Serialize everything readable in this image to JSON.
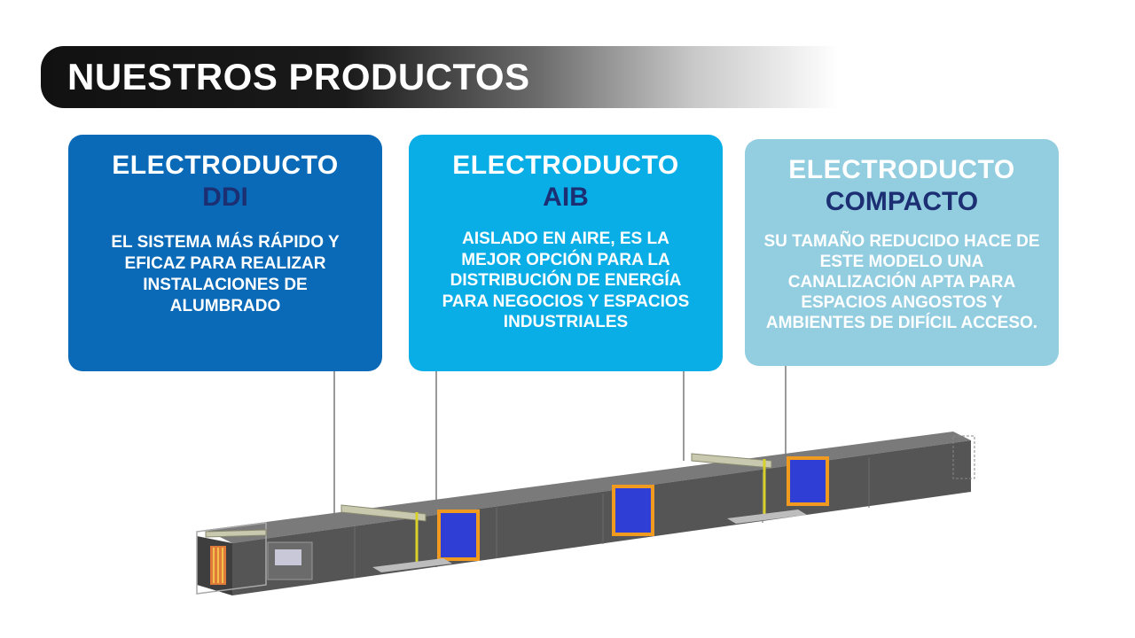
{
  "header": {
    "title": "NUESTROS PRODUCTOS"
  },
  "products": [
    {
      "line1": "ELECTRODUCTO",
      "name": "DDI",
      "description": "EL SISTEMA MÁS RÁPIDO Y EFICAZ PARA REALIZAR INSTALACIONES DE ALUMBRADO",
      "color": "#0a6ab8"
    },
    {
      "line1": "ELECTRODUCTO",
      "name": "AIB",
      "description": "AISLADO EN AIRE, ES LA MEJOR OPCIÓN PARA LA DISTRIBUCIÓN DE ENERGÍA PARA NEGOCIOS Y ESPACIOS INDUSTRIALES",
      "color": "#0aaee7"
    },
    {
      "line1": "ELECTRODUCTO",
      "name": "COMPACTO",
      "description": "SU TAMAÑO REDUCIDO HACE DE ESTE MODELO UNA CANALIZACIÓN APTA PARA ESPACIOS ANGOSTOS Y AMBIENTES DE DIFÍCIL ACCESO.",
      "color": "#93cde0"
    }
  ],
  "illustration": {
    "subject": "busway-duct-render",
    "panel_color": "#2f3fd6",
    "duct_color": "#5a5a5a"
  }
}
